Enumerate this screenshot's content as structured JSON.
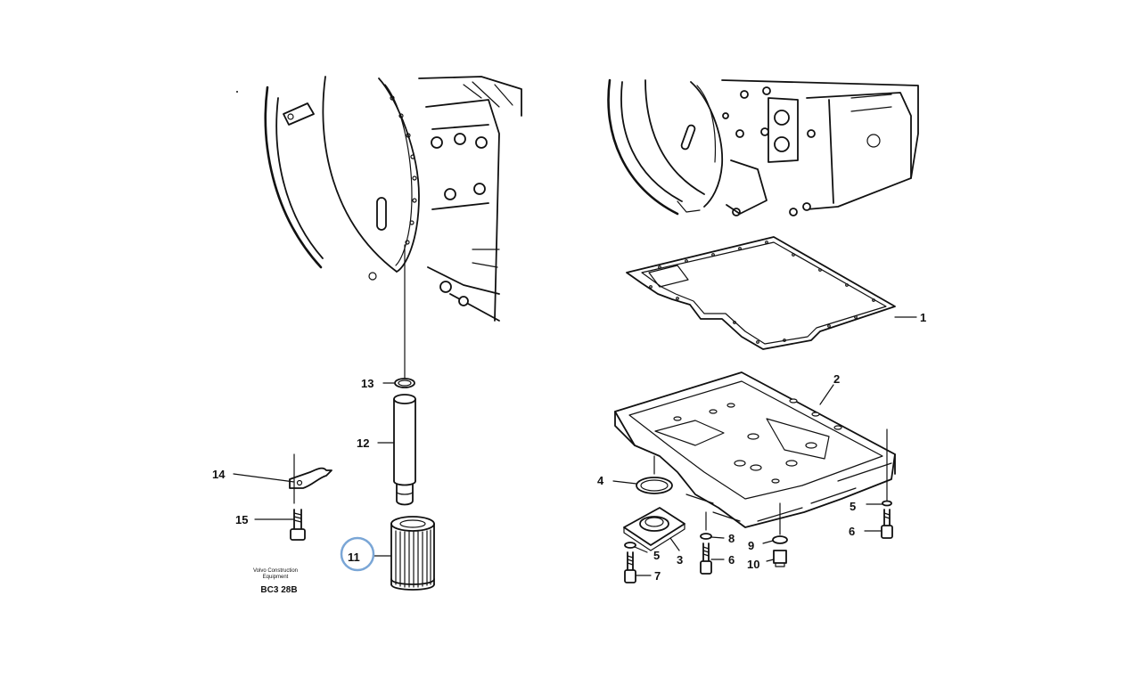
{
  "diagram": {
    "labels": [
      {
        "id": "1",
        "text": "1"
      },
      {
        "id": "2",
        "text": "2"
      },
      {
        "id": "3",
        "text": "3"
      },
      {
        "id": "4",
        "text": "4"
      },
      {
        "id": "5a",
        "text": "5"
      },
      {
        "id": "5b",
        "text": "5"
      },
      {
        "id": "6a",
        "text": "6"
      },
      {
        "id": "6b",
        "text": "6"
      },
      {
        "id": "7",
        "text": "7"
      },
      {
        "id": "8",
        "text": "8"
      },
      {
        "id": "9",
        "text": "9"
      },
      {
        "id": "10",
        "text": "10"
      },
      {
        "id": "11",
        "text": "11"
      },
      {
        "id": "12",
        "text": "12"
      },
      {
        "id": "13",
        "text": "13"
      },
      {
        "id": "14",
        "text": "14"
      },
      {
        "id": "15",
        "text": "15"
      }
    ],
    "highlighted_label": "11",
    "highlight_color": "#7aa6d6",
    "publisher_line1": "Volvo Construction",
    "publisher_line2": "Equipment",
    "drawing_code": "BC3 28B"
  }
}
